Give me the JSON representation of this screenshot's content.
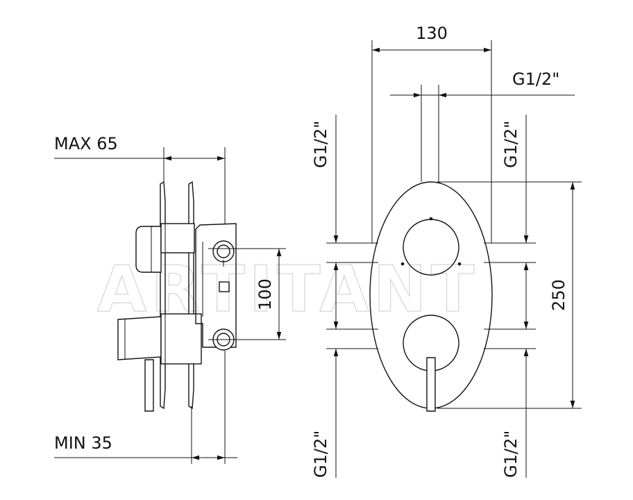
{
  "dimensions": {
    "max_depth": "MAX 65",
    "min_depth": "MIN 35",
    "centers_left": "100",
    "plate_width": "130",
    "plate_height": "250",
    "thread_top": "G1/2\"",
    "thread_left_upper": "G1/2\"",
    "thread_right_upper": "G1/2\"",
    "thread_left_lower": "G1/2\"",
    "thread_right_lower": "G1/2\""
  },
  "watermark": "ARTITANT",
  "colors": {
    "line": "#111111",
    "watermark": "#dcdcdc",
    "background": "#ffffff"
  }
}
